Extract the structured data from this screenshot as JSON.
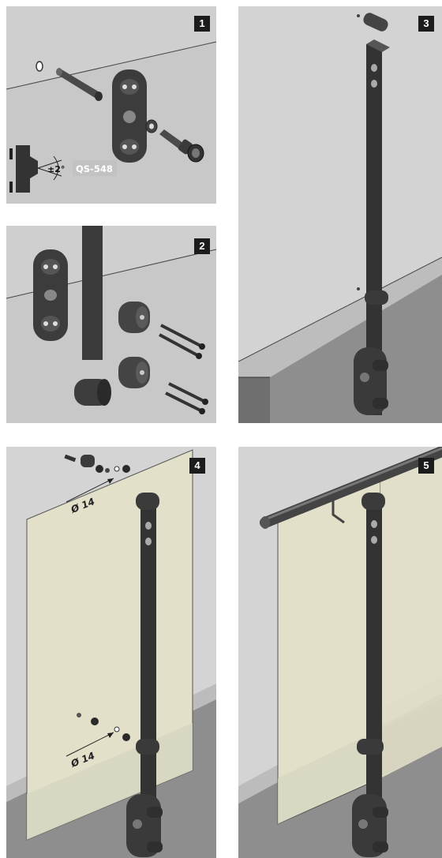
{
  "panels": [
    {
      "number": "1",
      "labels": {
        "angle": "±2°",
        "part_code": "QS-548"
      }
    },
    {
      "number": "2"
    },
    {
      "number": "3"
    },
    {
      "number": "4",
      "labels": {
        "hole_top": "Ø 14",
        "hole_bottom": "Ø 14"
      }
    },
    {
      "number": "5"
    }
  ],
  "colors": {
    "wall": "#d4d4d4",
    "wall_dark": "#bfbfbf",
    "base": "#8e8e8e",
    "base_side": "#6f6f6f",
    "metal": "#3a3a3a",
    "glass": "#e2e0c8",
    "part_code_bg": "#c2c2c2",
    "badge": "#1c1c1c"
  }
}
